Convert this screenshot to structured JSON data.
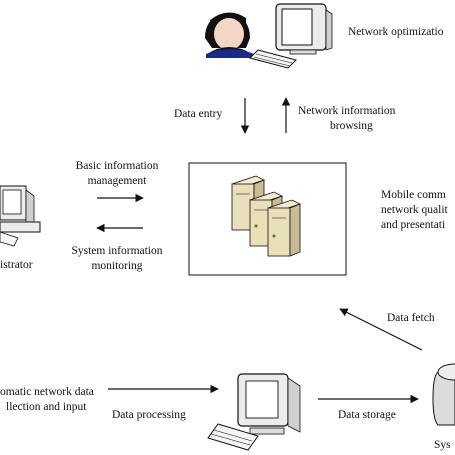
{
  "labels": {
    "network_optimization": "Network optimizatio",
    "data_entry": "Data entry",
    "network_info_browsing_1": "Network information",
    "network_info_browsing_2": "browsing",
    "basic_info_mgmt_1": "Basic information",
    "basic_info_mgmt_2": "management",
    "system_info_mon_1": "System information",
    "system_info_mon_2": "monitoring",
    "administrator": "istrator",
    "mobile_comm_1": "Mobile comm",
    "mobile_comm_2": "network qualit",
    "mobile_comm_3": "and presentati",
    "data_fetch": "Data fetch",
    "auto_collection_1": "omatic network data",
    "auto_collection_2": "llection and input",
    "data_processing": "Data processing",
    "data_storage": "Data storage",
    "system": "Sys"
  },
  "icons": {
    "top_user": "user-at-computer-icon",
    "left_computer": "administrator-computer-icon",
    "server": "server-cluster-icon",
    "bottom_computer": "processing-computer-icon",
    "database": "database-cylinder-icon"
  },
  "colors": {
    "line": "#111111",
    "icon_fill": "#ececec",
    "screen": "#ffffff",
    "shadow": "#9a9a9a",
    "person_shirt": "#1a2a8a",
    "server_fill": "#e9dfb8"
  }
}
